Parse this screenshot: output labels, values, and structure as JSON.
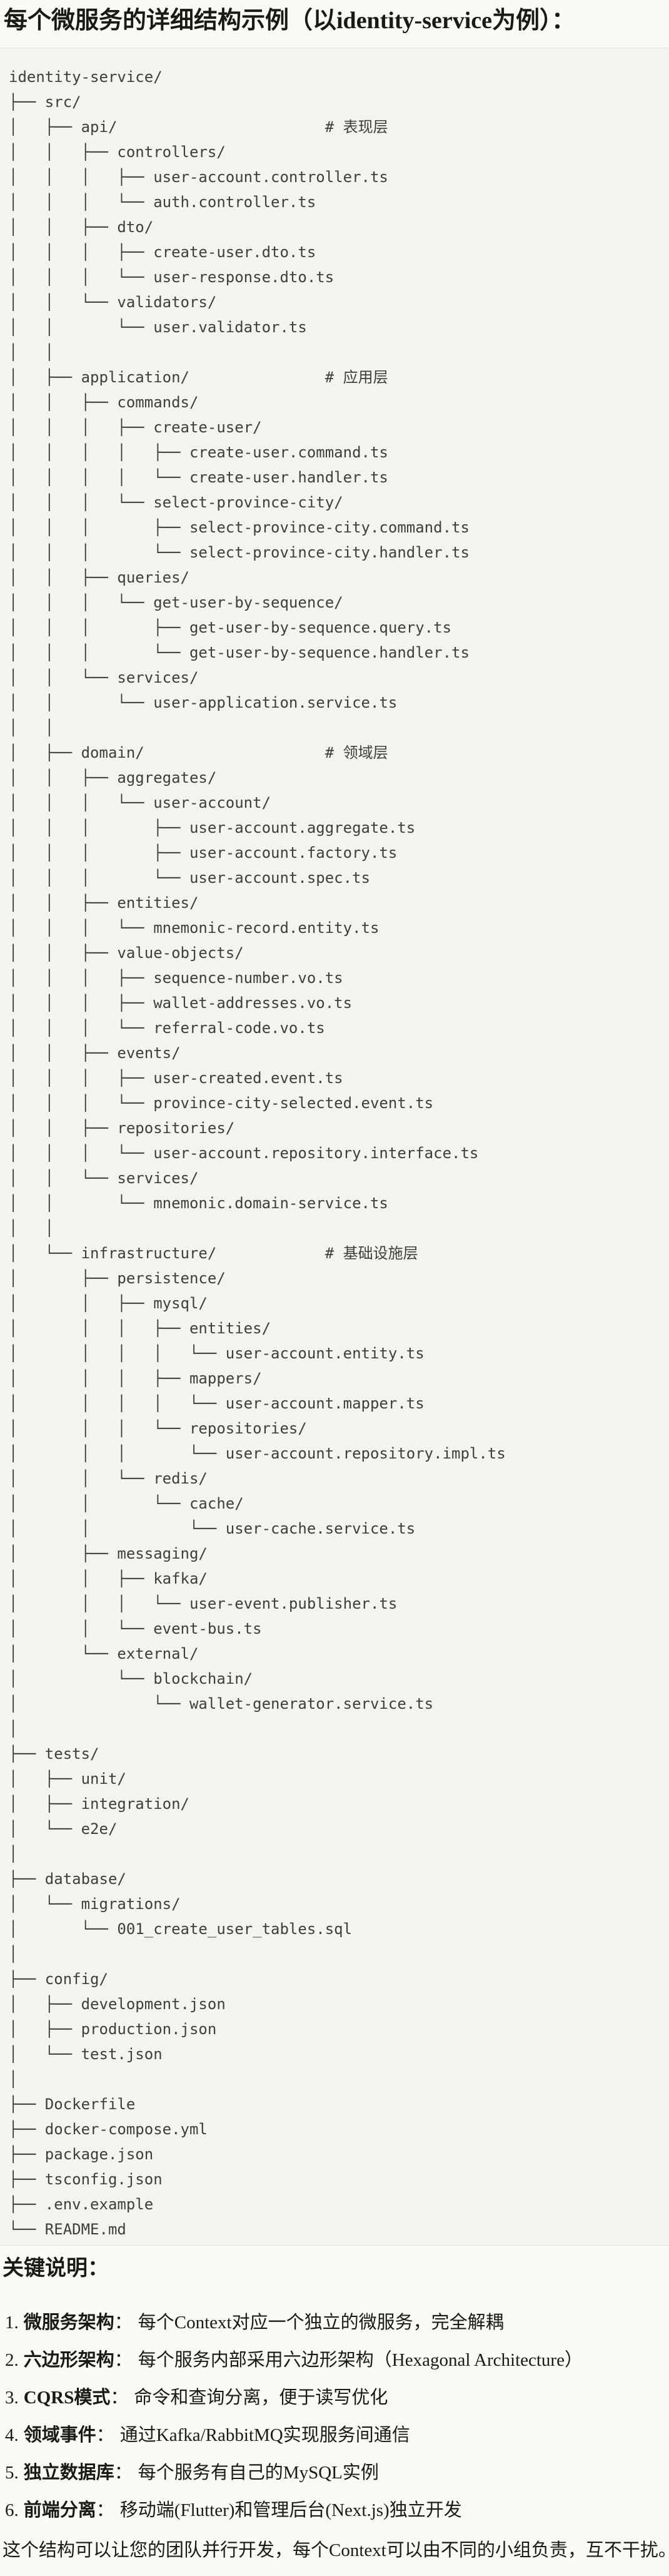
{
  "title": "每个微服务的详细结构示例（以identity-service为例）：",
  "tree": {
    "lines": [
      "identity-service/",
      "├── src/",
      "│   ├── api/                       # 表现层",
      "│   │   ├── controllers/",
      "│   │   │   ├── user-account.controller.ts",
      "│   │   │   └── auth.controller.ts",
      "│   │   ├── dto/",
      "│   │   │   ├── create-user.dto.ts",
      "│   │   │   └── user-response.dto.ts",
      "│   │   └── validators/",
      "│   │       └── user.validator.ts",
      "│   │",
      "│   ├── application/               # 应用层",
      "│   │   ├── commands/",
      "│   │   │   ├── create-user/",
      "│   │   │   │   ├── create-user.command.ts",
      "│   │   │   │   └── create-user.handler.ts",
      "│   │   │   └── select-province-city/",
      "│   │   │       ├── select-province-city.command.ts",
      "│   │   │       └── select-province-city.handler.ts",
      "│   │   ├── queries/",
      "│   │   │   └── get-user-by-sequence/",
      "│   │   │       ├── get-user-by-sequence.query.ts",
      "│   │   │       └── get-user-by-sequence.handler.ts",
      "│   │   └── services/",
      "│   │       └── user-application.service.ts",
      "│   │",
      "│   ├── domain/                    # 领域层",
      "│   │   ├── aggregates/",
      "│   │   │   └── user-account/",
      "│   │   │       ├── user-account.aggregate.ts",
      "│   │   │       ├── user-account.factory.ts",
      "│   │   │       └── user-account.spec.ts",
      "│   │   ├── entities/",
      "│   │   │   └── mnemonic-record.entity.ts",
      "│   │   ├── value-objects/",
      "│   │   │   ├── sequence-number.vo.ts",
      "│   │   │   ├── wallet-addresses.vo.ts",
      "│   │   │   └── referral-code.vo.ts",
      "│   │   ├── events/",
      "│   │   │   ├── user-created.event.ts",
      "│   │   │   └── province-city-selected.event.ts",
      "│   │   ├── repositories/",
      "│   │   │   └── user-account.repository.interface.ts",
      "│   │   └── services/",
      "│   │       └── mnemonic.domain-service.ts",
      "│   │",
      "│   └── infrastructure/            # 基础设施层",
      "│       ├── persistence/",
      "│       │   ├── mysql/",
      "│       │   │   ├── entities/",
      "│       │   │   │   └── user-account.entity.ts",
      "│       │   │   ├── mappers/",
      "│       │   │   │   └── user-account.mapper.ts",
      "│       │   │   └── repositories/",
      "│       │   │       └── user-account.repository.impl.ts",
      "│       │   └── redis/",
      "│       │       └── cache/",
      "│       │           └── user-cache.service.ts",
      "│       ├── messaging/",
      "│       │   ├── kafka/",
      "│       │   │   └── user-event.publisher.ts",
      "│       │   └── event-bus.ts",
      "│       └── external/",
      "│           └── blockchain/",
      "│               └── wallet-generator.service.ts",
      "│",
      "├── tests/",
      "│   ├── unit/",
      "│   ├── integration/",
      "│   └── e2e/",
      "│",
      "├── database/",
      "│   └── migrations/",
      "│       └── 001_create_user_tables.sql",
      "│",
      "├── config/",
      "│   ├── development.json",
      "│   ├── production.json",
      "│   └── test.json",
      "│",
      "├── Dockerfile",
      "├── docker-compose.yml",
      "├── package.json",
      "├── tsconfig.json",
      "├── .env.example",
      "└── README.md"
    ],
    "layer_comments": [
      "# 表现层",
      "# 应用层",
      "# 领域层",
      "# 基础设施层"
    ]
  },
  "notes": {
    "heading": "关键说明：",
    "items": [
      {
        "num": "1.",
        "term": "微服务架构",
        "colon": "：",
        "text": "每个Context对应一个独立的微服务，完全解耦"
      },
      {
        "num": "2.",
        "term": "六边形架构",
        "colon": "：",
        "text": "每个服务内部采用六边形架构（Hexagonal Architecture）"
      },
      {
        "num": "3.",
        "term": "CQRS模式",
        "colon": "：",
        "text": "命令和查询分离，便于读写优化"
      },
      {
        "num": "4.",
        "term": "领域事件",
        "colon": "：",
        "text": "通过Kafka/RabbitMQ实现服务间通信"
      },
      {
        "num": "5.",
        "term": "独立数据库",
        "colon": "：",
        "text": "每个服务有自己的MySQL实例"
      },
      {
        "num": "6.",
        "term": "前端分离",
        "colon": "：",
        "text": "移动端(Flutter)和管理后台(Next.js)独立开发"
      }
    ],
    "footer": "这个结构可以让您的团队并行开发，每个Context可以由不同的小组负责，互不干扰。"
  },
  "colors": {
    "page_bg": "#faf9f4",
    "code_bg": "#f4f3ed",
    "code_border": "#e5e3d8",
    "code_text": "#3f3e39",
    "text_primary": "#1a1915"
  }
}
